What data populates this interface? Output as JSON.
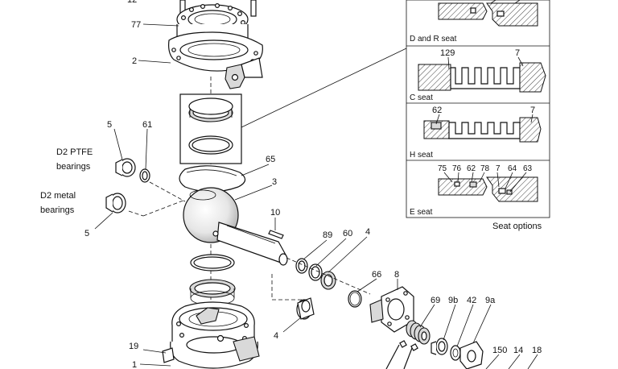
{
  "labels": {
    "p12": "12",
    "p77": "77",
    "p2": "2",
    "p5a": "5",
    "p61": "61",
    "d2_ptfe_line1": "D2 PTFE",
    "d2_ptfe_line2": "bearings",
    "p65": "65",
    "p3": "3",
    "d2_metal_line1": "D2 metal",
    "d2_metal_line2": "bearings",
    "p5b": "5",
    "p10": "10",
    "p89": "89",
    "p60": "60",
    "p4a": "4",
    "p66": "66",
    "p8": "8",
    "p4b": "4",
    "p69": "69",
    "p9b": "9b",
    "p42": "42",
    "p9a": "9a",
    "p19": "19",
    "p1": "1",
    "p150": "150",
    "p14": "14",
    "p18": "18"
  },
  "seat_panel": {
    "footer": "Seat options",
    "seats": [
      {
        "caption": "D and R seat",
        "callouts": []
      },
      {
        "caption": "C seat",
        "callouts": [
          "129",
          "7"
        ]
      },
      {
        "caption": "H seat",
        "callouts": [
          "62",
          "7"
        ]
      },
      {
        "caption": "E seat",
        "callouts": [
          "75",
          "76",
          "62",
          "78",
          "7",
          "64",
          "63"
        ]
      }
    ]
  }
}
